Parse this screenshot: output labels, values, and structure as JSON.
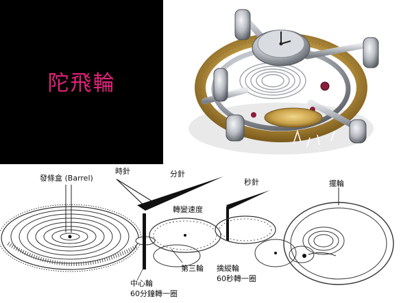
{
  "title": "陀飛輪",
  "labels": {
    "barrel": "發條盒 (Barrel)",
    "hour_hand": "時針",
    "minute_hand": "分針",
    "second_hand": "秒針",
    "speed_change": "轉變速度",
    "third_wheel": "第三輪",
    "center_wheel": "中心輪",
    "center_wheel_rate": "60分鐘轉一圈",
    "escape_wheel": "擒縱輪",
    "escape_wheel_rate": "60秒轉一圈",
    "balance_wheel": "擺輪"
  },
  "colors": {
    "title_color": "#e0227a",
    "background_left": "#000000",
    "gold": "#c9a24a",
    "steel": "#b8bcc2",
    "jewel": "#8a1c3c"
  },
  "icons": [
    "tourbillon-photo",
    "barrel-spring-icon",
    "gear-train-icon",
    "balance-wheel-icon"
  ]
}
